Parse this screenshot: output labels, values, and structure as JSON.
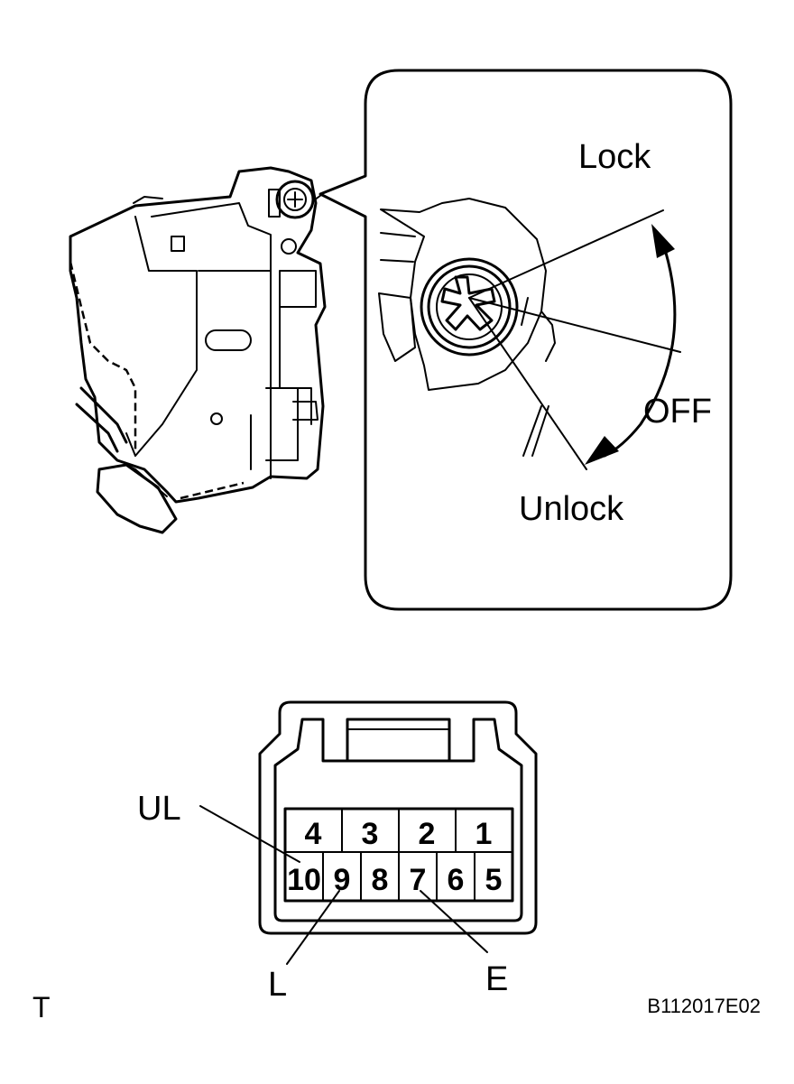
{
  "callout": {
    "lock": "Lock",
    "off": "OFF",
    "unlock": "Unlock"
  },
  "connector": {
    "top_row": [
      "4",
      "3",
      "2",
      "1"
    ],
    "bottom_row": [
      "10",
      "9",
      "8",
      "7",
      "6",
      "5"
    ],
    "terminals": {
      "ul": "UL",
      "l": "L",
      "e": "E"
    }
  },
  "footer": {
    "left_mark": "T",
    "figure_code": "B112017E02"
  }
}
